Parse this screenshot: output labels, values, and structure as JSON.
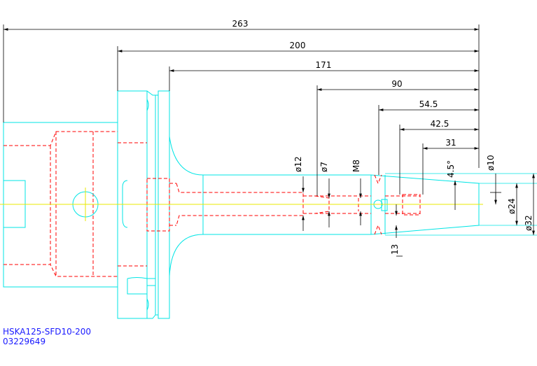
{
  "drawing": {
    "part_number": "HSKA125-SFD10-200",
    "code": "03229649",
    "colors": {
      "outline": "#00e5e5",
      "hidden": "#ff0000",
      "centerline": "#e8e800",
      "dimension": "#000000",
      "label": "#1a1aff"
    },
    "dimensions": {
      "overall_length": "263",
      "length_200": "200",
      "length_171": "171",
      "length_90": "90",
      "length_54_5": "54.5",
      "length_42_5": "42.5",
      "length_31": "31",
      "dia_12": "ø12",
      "dia_7": "ø7",
      "thread": "M8",
      "angle": "4.5°",
      "dia_10": "ø10",
      "dia_24": "ø24",
      "dia_32": "ø32",
      "length_13": "13"
    }
  }
}
